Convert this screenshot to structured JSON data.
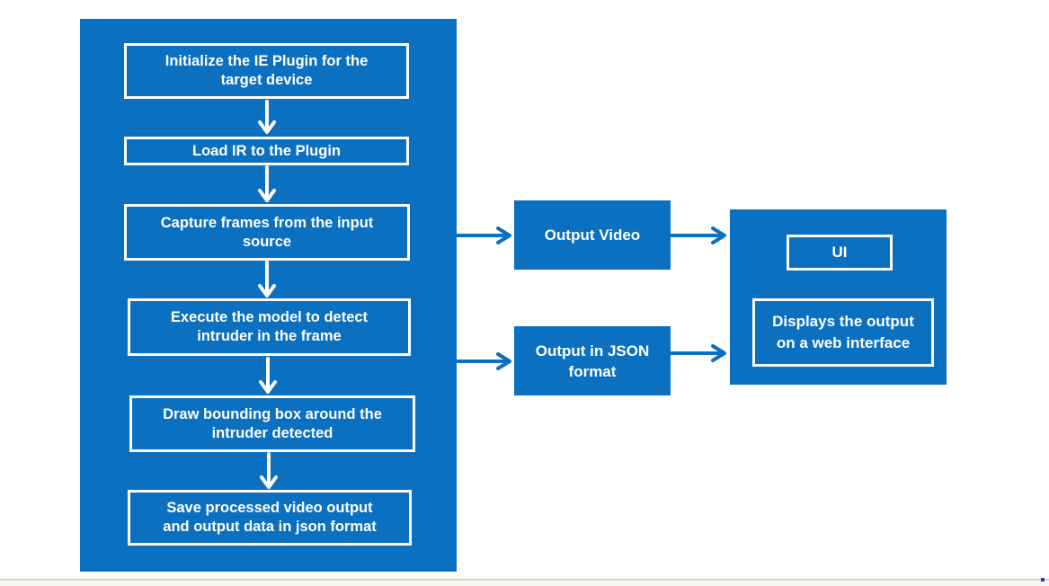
{
  "diagram": {
    "pipeline": {
      "steps": [
        {
          "label": "Initialize the IE Plugin for the\ntarget device"
        },
        {
          "label": "Load IR to the Plugin"
        },
        {
          "label": "Capture frames from the input\nsource"
        },
        {
          "label": "Execute the model to detect\nintruder in the frame"
        },
        {
          "label": "Draw bounding box around the\nintruder detected"
        },
        {
          "label": "Save processed video output\nand output data in json format"
        }
      ]
    },
    "outputs": [
      {
        "label": "Output Video"
      },
      {
        "label": "Output in JSON\nformat"
      }
    ],
    "ui_panel": {
      "title": "UI",
      "description": "Displays the output\non a web interface"
    }
  },
  "colors": {
    "accent_blue": "#0b70c0",
    "box_border": "#ffffff",
    "text": "#ffffff",
    "arrow_blue": "#0b70c0",
    "arrow_white": "#ffffff",
    "bottom_rule": "#d2d2d2"
  }
}
